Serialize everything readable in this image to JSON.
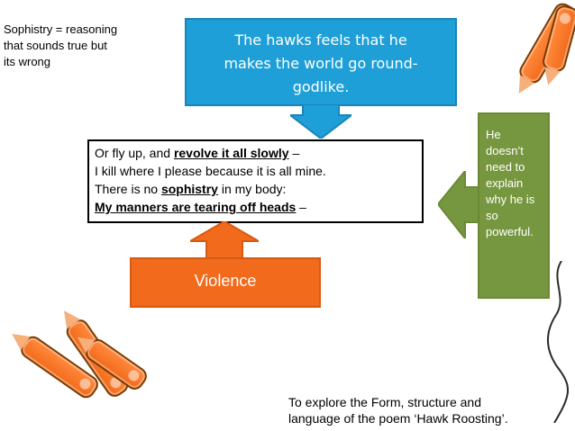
{
  "definition": {
    "line1": "Sophistry = reasoning",
    "line2": "that sounds true but",
    "line3": "its wrong"
  },
  "blue_callout": {
    "line1": "The hawks feels that he",
    "line2": "makes the world go round-",
    "line3": "godlike."
  },
  "poem": {
    "l1_a": "Or fly up, and ",
    "l1_b": "revolve it all slowly",
    "l1_c": " –",
    "l2": "I kill where I please because it is all mine.",
    "l3_a": "There is no ",
    "l3_b": "sophistry",
    "l3_c": " in my body:",
    "l4_a": "My manners are tearing off heads",
    "l4_b": " –"
  },
  "violence": {
    "label": "Violence"
  },
  "green_callout": {
    "line1": "He",
    "line2": "doesn’t",
    "line3": "need to",
    "line4": "explain",
    "line5": "why he is",
    "line6": "so",
    "line7": "powerful."
  },
  "objective": {
    "line1": "To explore the Form, structure and",
    "line2": "language of the poem ‘Hawk Roosting’."
  },
  "colors": {
    "blue": "#1e9fd8",
    "orange": "#f26a1b",
    "green": "#76973f"
  },
  "decorations": {
    "top_right": "crayon-icon",
    "bottom_left": "crayon-icon"
  }
}
